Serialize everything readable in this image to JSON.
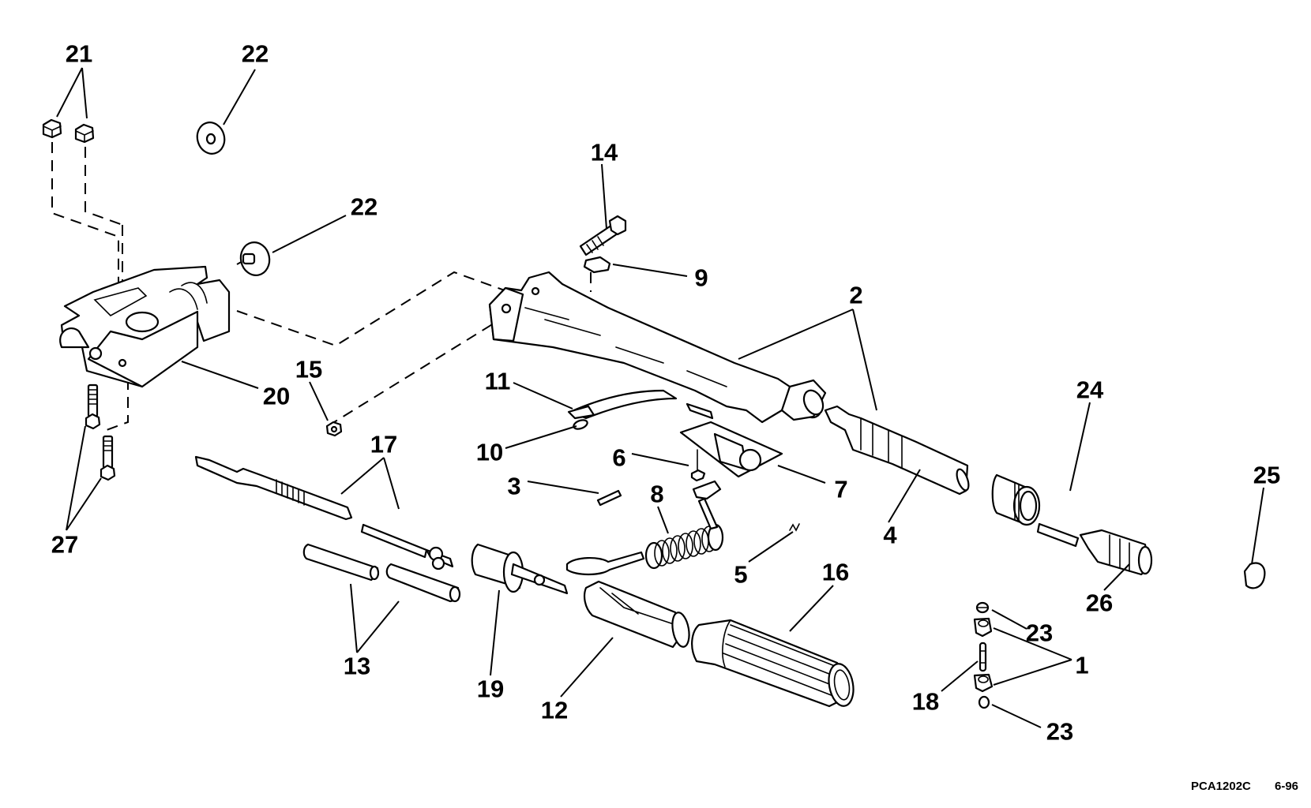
{
  "diagram": {
    "title": "Tiller handle / steering handle exploded parts diagram",
    "footer": {
      "drawing_code": "PCA1202C",
      "date_code": "6-96"
    },
    "callouts": [
      {
        "id": "c21",
        "label": "21",
        "part": "nut (x2)"
      },
      {
        "id": "c22a",
        "label": "22",
        "part": "washer"
      },
      {
        "id": "c22b",
        "label": "22",
        "part": "washer"
      },
      {
        "id": "c14",
        "label": "14",
        "part": "bolt"
      },
      {
        "id": "c9",
        "label": "9",
        "part": "clip"
      },
      {
        "id": "c2",
        "label": "2",
        "part": "tiller handle arm"
      },
      {
        "id": "c20",
        "label": "20",
        "part": "bracket"
      },
      {
        "id": "c15",
        "label": "15",
        "part": "locknut"
      },
      {
        "id": "c11",
        "label": "11",
        "part": "wire lead"
      },
      {
        "id": "c10",
        "label": "10",
        "part": "terminal"
      },
      {
        "id": "c17",
        "label": "17",
        "part": "throttle cable"
      },
      {
        "id": "c6",
        "label": "6",
        "part": "screw"
      },
      {
        "id": "c3",
        "label": "3",
        "part": "pin"
      },
      {
        "id": "c8",
        "label": "8",
        "part": "lanyard / coil cord"
      },
      {
        "id": "c7",
        "label": "7",
        "part": "stop switch"
      },
      {
        "id": "c24",
        "label": "24",
        "part": "bushing"
      },
      {
        "id": "c4",
        "label": "4",
        "part": "throttle shaft"
      },
      {
        "id": "c25",
        "label": "25",
        "part": "cap"
      },
      {
        "id": "c27",
        "label": "27",
        "part": "screw (x2)"
      },
      {
        "id": "c5",
        "label": "5",
        "part": "spring clip"
      },
      {
        "id": "c16",
        "label": "16",
        "part": "grip"
      },
      {
        "id": "c26",
        "label": "26",
        "part": "friction knob"
      },
      {
        "id": "c23a",
        "label": "23",
        "part": "cap"
      },
      {
        "id": "c1",
        "label": "1",
        "part": "bushing (x2)"
      },
      {
        "id": "c13",
        "label": "13",
        "part": "tube (x2)"
      },
      {
        "id": "c19",
        "label": "19",
        "part": "roller"
      },
      {
        "id": "c12",
        "label": "12",
        "part": "grip insert"
      },
      {
        "id": "c18",
        "label": "18",
        "part": "pin"
      },
      {
        "id": "c23b",
        "label": "23",
        "part": "cap"
      }
    ]
  }
}
